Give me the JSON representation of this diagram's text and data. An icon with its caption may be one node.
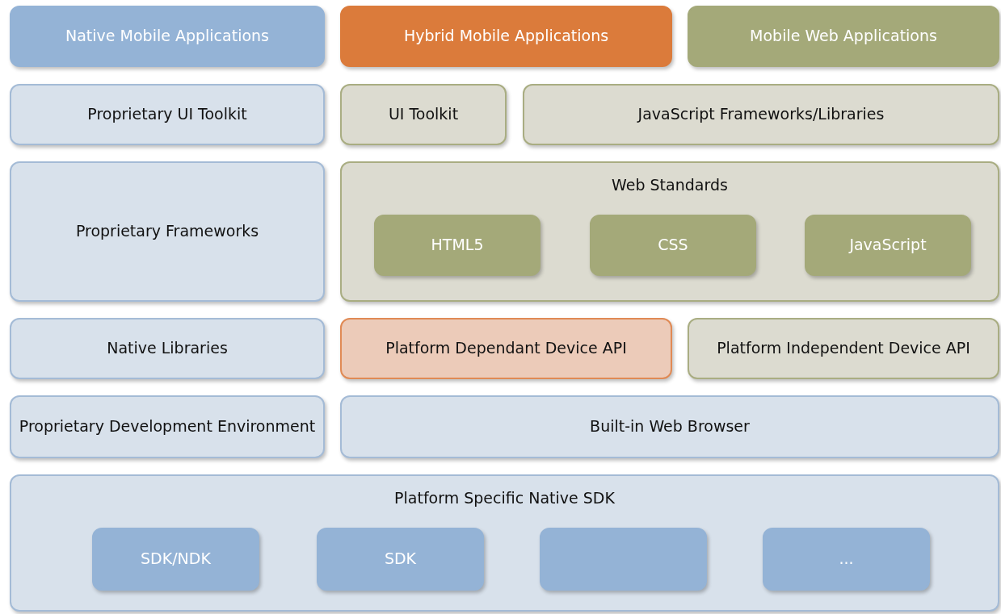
{
  "diagram": {
    "nodes": [
      {
        "text": [
          "Native Mobile Applications"
        ]
      },
      {
        "text": [
          "Hybrid Mobile Applications"
        ]
      },
      {
        "text": [
          "Mobile Web Applications"
        ]
      },
      {
        "text": [
          "Proprietary UI Toolkit"
        ]
      },
      {
        "text": [
          "UI Toolkit"
        ]
      },
      {
        "text": [
          "JavaScript Frameworks/Libraries"
        ]
      },
      {
        "text": [
          "Proprietary Frameworks"
        ]
      },
      {
        "text": [
          "Web Standards"
        ]
      },
      {
        "text": [
          "HTML5"
        ],
        "in": 7
      },
      {
        "text": [
          "CSS"
        ],
        "in": 7
      },
      {
        "text": [
          "JavaScript"
        ],
        "in": 7
      },
      {
        "text": [
          "Native Libraries"
        ]
      },
      {
        "text": [
          "Platform Dependant Device API"
        ]
      },
      {
        "text": [
          "Platform Independent Device API"
        ]
      },
      {
        "text": [
          "Proprietary Development Environment"
        ]
      },
      {
        "text": [
          "Built-in Web Browser"
        ]
      },
      {
        "text": [
          "Platform Specific Native SDK"
        ]
      },
      {
        "text": [
          "SDK/NDK"
        ],
        "in": 16
      },
      {
        "text": [
          "SDK"
        ],
        "in": 16
      },
      {
        "text": [],
        "shape": "box",
        "in": 16
      },
      {
        "text": [
          "..."
        ],
        "in": 16
      }
    ]
  }
}
